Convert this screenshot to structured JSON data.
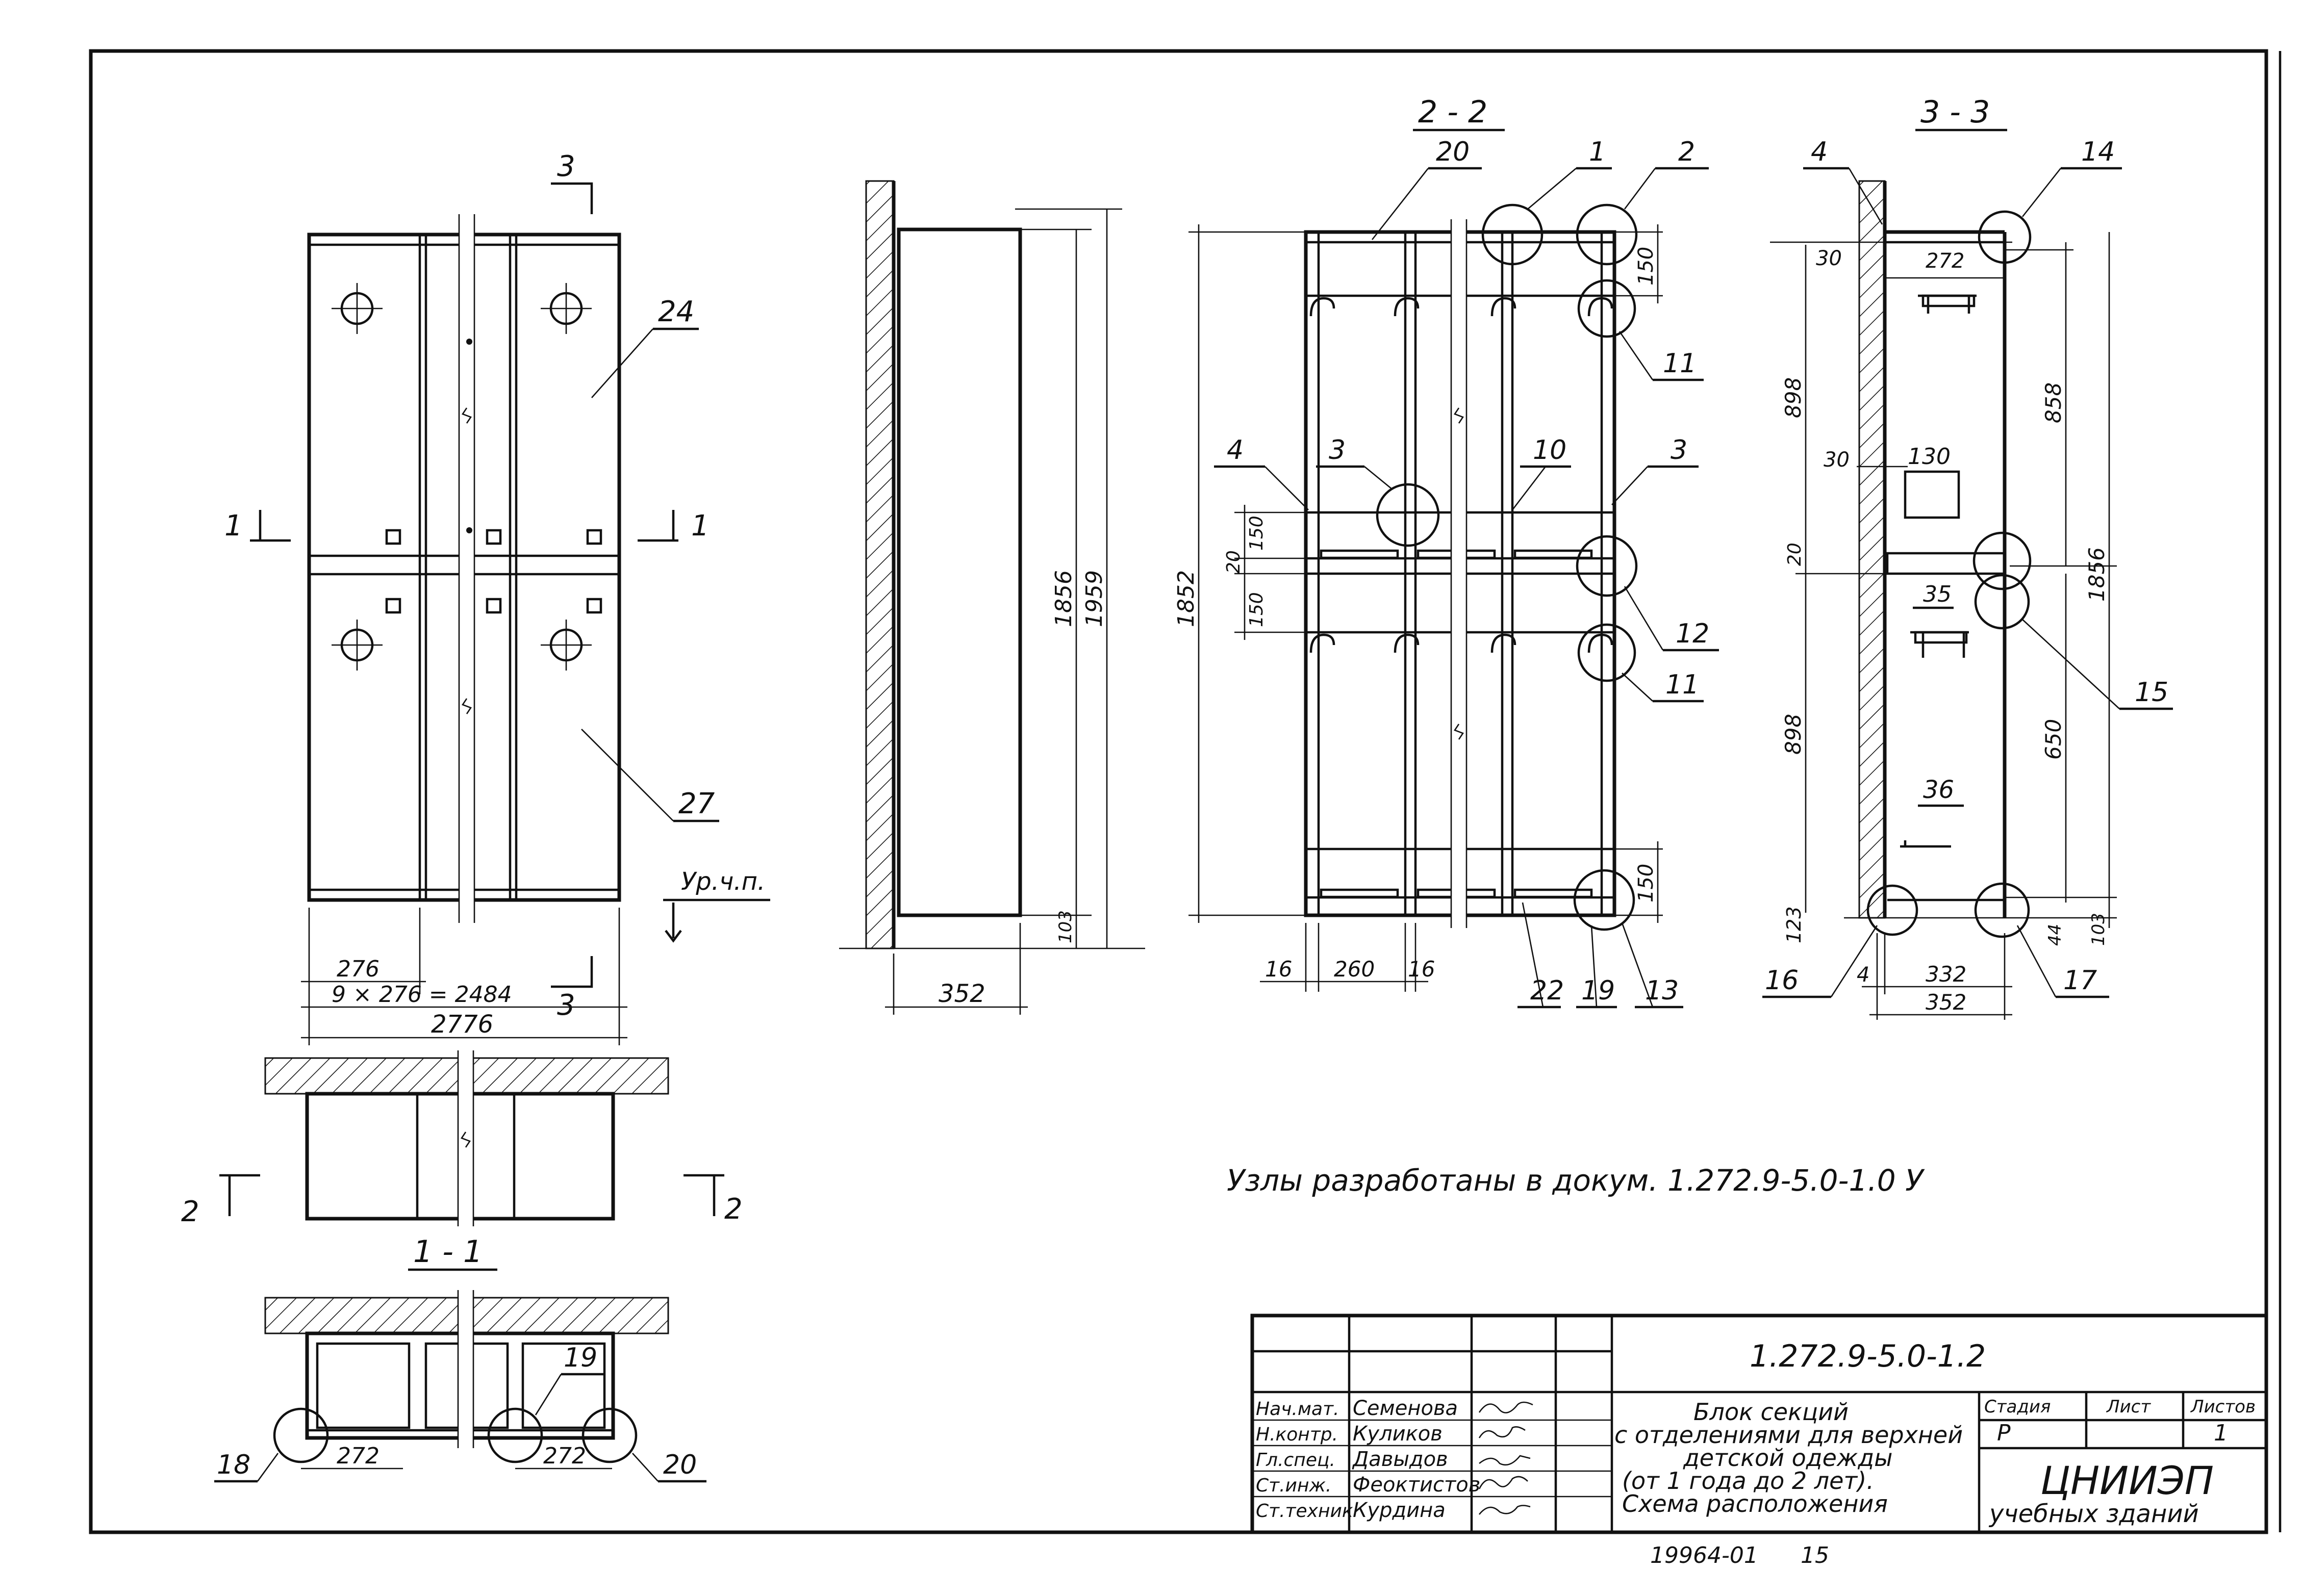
{
  "drawing": {
    "sheet_code": "1.272.9-5.0-1.2",
    "note": "Узлы разработаны в докум. 1.272.9-5.0-1.0 У",
    "level_mark": "Ур.ч.п.",
    "archive_no": "19964-01",
    "page_no": "15"
  },
  "views": {
    "front": {
      "cut_marks": [
        "3",
        "1",
        "1",
        "3"
      ],
      "leaders": [
        "24",
        "27"
      ],
      "dims": [
        "276",
        "9 × 276 = 2484",
        "2776"
      ]
    },
    "plan_2": {
      "cut_marks": [
        "2",
        "2"
      ]
    },
    "section_1_1": {
      "title": "1 - 1",
      "leaders": [
        "19",
        "18",
        "20"
      ],
      "dims": [
        "272",
        "272"
      ]
    },
    "side": {
      "dims": [
        "1856",
        "1959",
        "103",
        "352"
      ]
    },
    "section_2_2": {
      "title": "2 - 2",
      "leaders": [
        "20",
        "1",
        "2",
        "11",
        "4",
        "3",
        "10",
        "3",
        "12",
        "11",
        "22",
        "19",
        "13"
      ],
      "dims": [
        "150",
        "1852",
        "150",
        "20",
        "150",
        "150",
        "16",
        "260",
        "16"
      ]
    },
    "section_3_3": {
      "title": "3 - 3",
      "leaders": [
        "4",
        "14",
        "15",
        "16",
        "17"
      ],
      "labels": [
        "130",
        "35",
        "36"
      ],
      "dims": [
        "30",
        "272",
        "898",
        "858",
        "30",
        "20",
        "1856",
        "898",
        "650",
        "123",
        "44",
        "103",
        "4",
        "332",
        "352"
      ]
    }
  },
  "title_block": {
    "roles": [
      "Нач.мат.",
      "Н.контр.",
      "Гл.спец.",
      "Ст.инж.",
      "Ст.техник"
    ],
    "names": [
      "Семенова",
      "Куликов",
      "Давыдов",
      "Феоктистов",
      "Курдина"
    ],
    "designation": "1.272.9-5.0-1.2",
    "title_lines": [
      "Блок секций",
      "с отделениями для верхней",
      "детской одежды",
      "(от 1 года до 2 лет).",
      "Схема расположения"
    ],
    "stage_header": "Стадия",
    "sheet_header": "Лист",
    "sheets_header": "Листов",
    "stage": "Р",
    "sheets": "1",
    "org_name": "ЦНИИЭП",
    "org_sub": "учебных зданий"
  }
}
